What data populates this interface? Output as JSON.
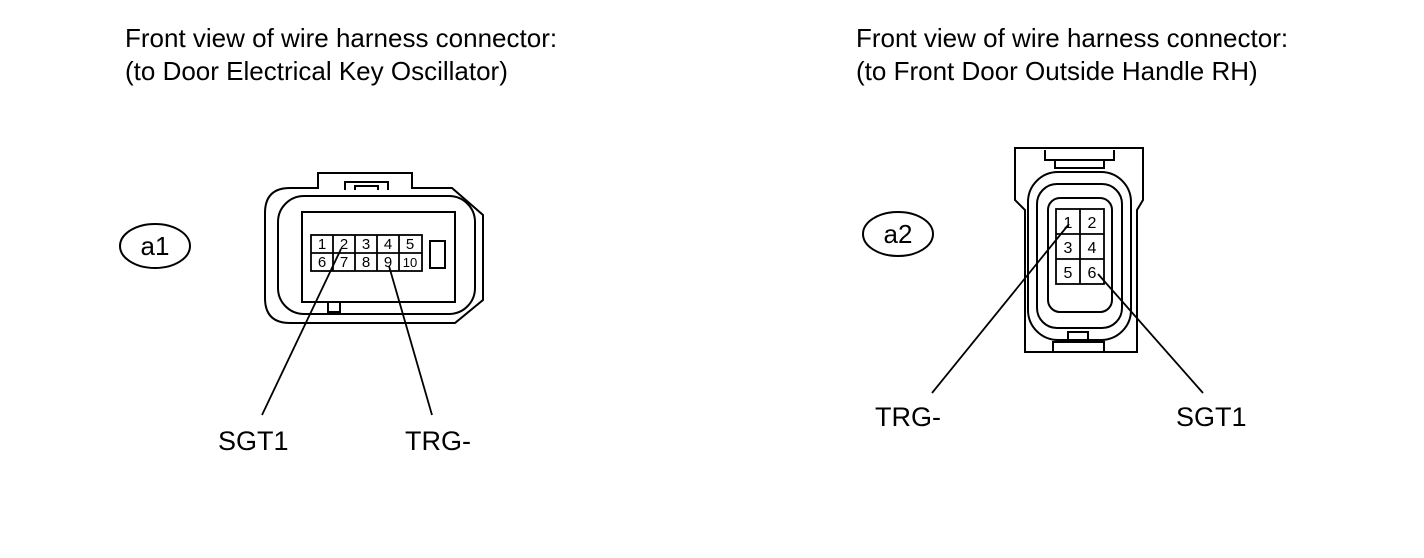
{
  "connector_a1": {
    "title_line1": "Front view of wire harness connector:",
    "title_line2": "(to Door Electrical Key Oscillator)",
    "tag": "a1",
    "pins_top": [
      "1",
      "2",
      "3",
      "4",
      "5"
    ],
    "pins_bottom": [
      "6",
      "7",
      "8",
      "9",
      "10"
    ],
    "label_left": "SGT1",
    "label_right": "TRG-"
  },
  "connector_a2": {
    "title_line1": "Front view of wire harness connector:",
    "title_line2": "(to Front Door Outside Handle RH)",
    "tag": "a2",
    "pins": [
      "1",
      "2",
      "3",
      "4",
      "5",
      "6"
    ],
    "label_left": "TRG-",
    "label_right": "SGT1"
  }
}
